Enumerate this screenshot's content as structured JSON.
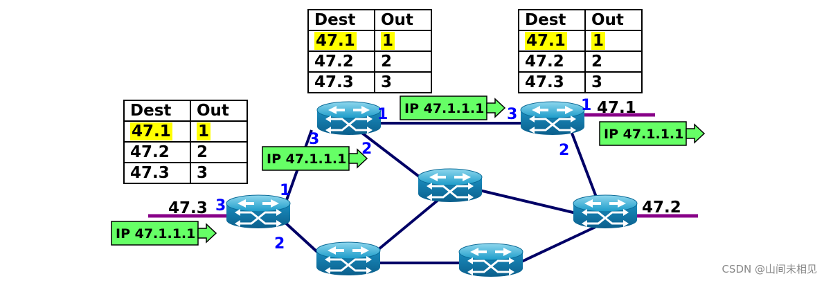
{
  "tables": [
    {
      "header": {
        "dest": "Dest",
        "out": "Out"
      },
      "rows": [
        {
          "dest": "47.1",
          "out": "1",
          "highlight": true
        },
        {
          "dest": "47.2",
          "out": "2",
          "highlight": false
        },
        {
          "dest": "47.3",
          "out": "3",
          "highlight": false
        }
      ]
    },
    {
      "header": {
        "dest": "Dest",
        "out": "Out"
      },
      "rows": [
        {
          "dest": "47.1",
          "out": "1",
          "highlight": true
        },
        {
          "dest": "47.2",
          "out": "2",
          "highlight": false
        },
        {
          "dest": "47.3",
          "out": "3",
          "highlight": false
        }
      ]
    },
    {
      "header": {
        "dest": "Dest",
        "out": "Out"
      },
      "rows": [
        {
          "dest": "47.1",
          "out": "1",
          "highlight": true
        },
        {
          "dest": "47.2",
          "out": "2",
          "highlight": false
        },
        {
          "dest": "47.3",
          "out": "3",
          "highlight": false
        }
      ]
    }
  ],
  "packets": [
    "IP 47.1.1.1",
    "IP 47.1.1.1",
    "IP 47.1.1.1",
    "IP 47.1.1.1"
  ],
  "networks": {
    "left": "47.3",
    "top_right": "47.1",
    "right": "47.2"
  },
  "ports": {
    "r1": [
      "1",
      "3",
      "2"
    ],
    "r2": [
      "3",
      "1",
      "2"
    ],
    "r3": [
      "1",
      "2",
      "3"
    ]
  },
  "watermark": "CSDN @山间未相见",
  "colors": {
    "link": "#000066",
    "lan": "#880088",
    "port_label": "#0000ff",
    "packet_fill": "#66ff66",
    "highlight": "#ffff00"
  }
}
